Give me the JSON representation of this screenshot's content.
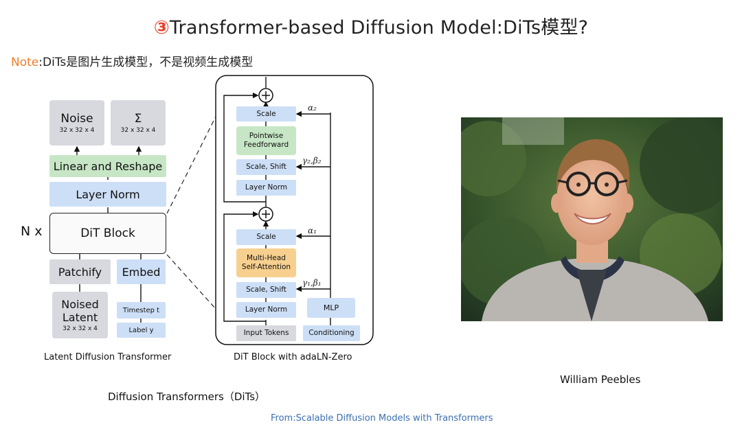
{
  "title": {
    "number": "③",
    "text": "Transformer-based Diffusion Model:DiTs模型?"
  },
  "note": {
    "label": "Note",
    "text": ":DiTs是图片生成模型，不是视频生成模型"
  },
  "left_diagram": {
    "noise": "Noise",
    "noise_dims": "32 x 32 x 4",
    "sigma": "Σ",
    "sigma_dims": "32 x 32 x 4",
    "linear_reshape": "Linear and Reshape",
    "layer_norm": "Layer Norm",
    "repeat": "N x",
    "dit_block": "DiT Block",
    "patchify": "Patchify",
    "embed": "Embed",
    "noised_latent": "Noised\nLatent",
    "noised_dims": "32 x 32 x 4",
    "timestep": "Timestep t",
    "label": "Label y",
    "caption": "Latent Diffusion Transformer"
  },
  "right_diagram": {
    "scale_top": "Scale",
    "pointwise": "Pointwise\nFeedforward",
    "scale_shift_top": "Scale, Shift",
    "layer_norm_top": "Layer Norm",
    "scale_mid": "Scale",
    "mha": "Multi-Head\nSelf-Attention",
    "scale_shift_bot": "Scale, Shift",
    "layer_norm_bot": "Layer Norm",
    "mlp": "MLP",
    "input_tokens": "Input Tokens",
    "conditioning": "Conditioning",
    "alpha2": "α₂",
    "gamma2beta2": "γ₂,β₂",
    "alpha1": "α₁",
    "gamma1beta1": "γ₁,β₁",
    "caption": "DiT Block with adaLN-Zero"
  },
  "person_caption": "William Peebles",
  "dits_caption": "Diffusion Transformers（DiTs）",
  "source": "From:Scalable Diffusion Models with Transformers",
  "colors": {
    "accent_orange": "#ef7d2a",
    "accent_red": "#e8402b",
    "link_blue": "#3a6fb0"
  }
}
